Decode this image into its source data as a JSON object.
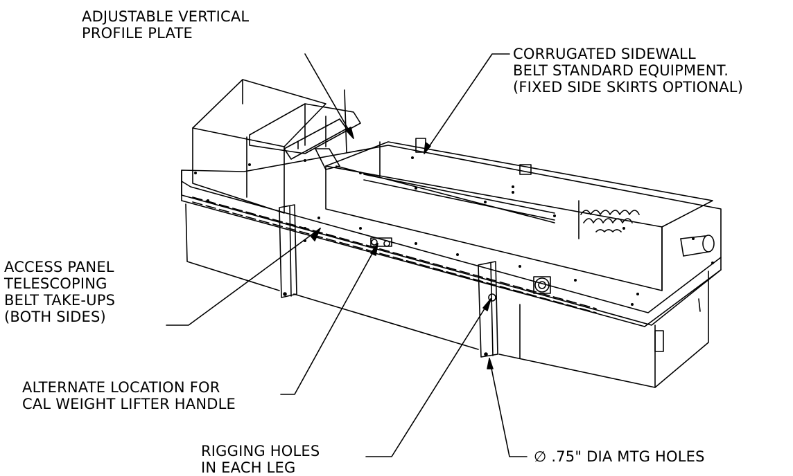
{
  "callouts": {
    "profile_plate": [
      "ADJUSTABLE VERTICAL",
      "PROFILE PLATE"
    ],
    "sidewall_belt": [
      "CORRUGATED SIDEWALL",
      "BELT STANDARD EQUIPMENT.",
      "(FIXED SIDE SKIRTS OPTIONAL)"
    ],
    "access_panel": [
      "ACCESS PANEL",
      "TELESCOPING",
      "BELT TAKE-UPS",
      "(BOTH SIDES)"
    ],
    "cal_weight": [
      "ALTERNATE LOCATION FOR",
      "CAL WEIGHT LIFTER HANDLE"
    ],
    "rigging_holes": [
      "RIGGING HOLES",
      "IN EACH LEG"
    ],
    "mtg_holes": [
      "∅ .75\" DIA MTG HOLES"
    ]
  },
  "colors": {
    "ink": "#000000",
    "background": "#ffffff"
  }
}
